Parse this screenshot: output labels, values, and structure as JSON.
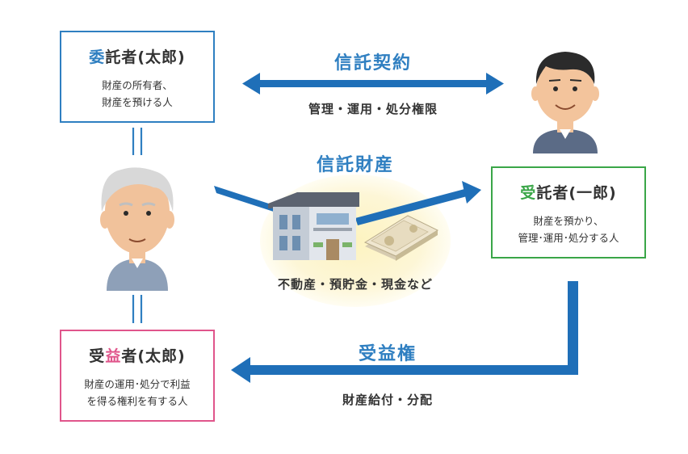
{
  "settlor": {
    "title_accent": "委",
    "title_rest": "託者(太郎)",
    "desc_line1": "財産の所有者、",
    "desc_line2": "財産を預ける人"
  },
  "trustee": {
    "title_accent": "受",
    "title_rest": "託者(一郎)",
    "desc_line1": "財産を預かり、",
    "desc_line2": "管理･運用･処分する人"
  },
  "beneficiary": {
    "title_pre": "受",
    "title_accent": "益",
    "title_rest": "者(太郎)",
    "desc_line1": "財産の運用･処分で利益",
    "desc_line2": "を得る権利を有する人"
  },
  "contract": {
    "label": "信託契約",
    "sub": "管理・運用・処分権限"
  },
  "property": {
    "label": "信託財産",
    "sub": "不動産・預貯金・現金など"
  },
  "benefit": {
    "label": "受益権",
    "sub": "財産給付・分配"
  },
  "colors": {
    "blue": "#2f7fc1",
    "green": "#3aa648",
    "pink": "#e0558b",
    "glow": "#fdf6cf"
  }
}
